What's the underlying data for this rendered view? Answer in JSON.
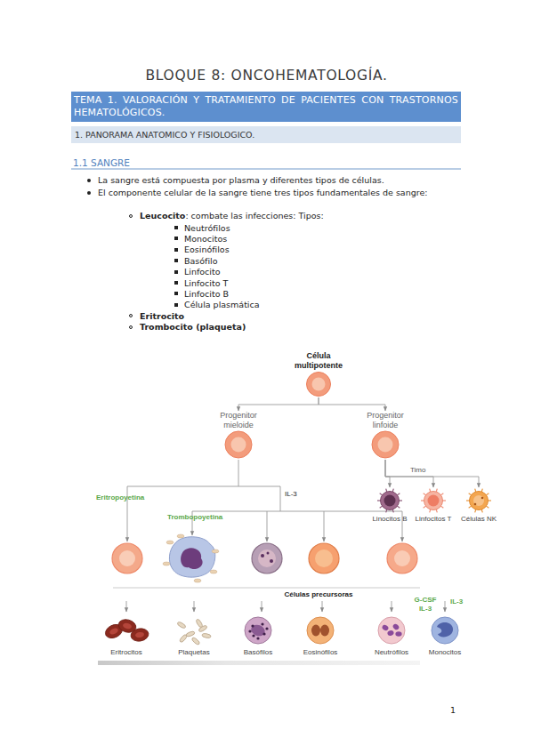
{
  "diagram": {
    "title": "BLOQUE 8: ONCOHEMATOLOGÍA.",
    "nodes": [
      {
        "text": [
          "TEMA 1. VALORACIÓN Y TRATAMIENTO DE PACIENTES CON TRASTORNOS HEMATOLÓGICOS."
        ]
      },
      {
        "text": [
          "1. PANORAMA ANATOMICO Y FISIOLOGICO."
        ]
      },
      {
        "text": [
          "Célula multipotente"
        ]
      },
      {
        "text": [
          "Progenitor mieloide"
        ]
      },
      {
        "text": [
          "Progenitor linfoide"
        ]
      },
      {
        "text": [
          "Linocitos B"
        ]
      },
      {
        "text": [
          "Linfocitos T"
        ]
      },
      {
        "text": [
          "Células NK"
        ]
      },
      {
        "text": [
          "Eritrocitos"
        ]
      },
      {
        "text": [
          "Plaquetas"
        ]
      },
      {
        "text": [
          "Basófilos"
        ]
      },
      {
        "text": [
          "Eosinófilos"
        ]
      },
      {
        "text": [
          "Neutrófilos"
        ]
      },
      {
        "text": [
          "Monocitos"
        ]
      }
    ],
    "edges": [
      {
        "from": 2,
        "to": 3,
        "arrow": "to"
      },
      {
        "from": 2,
        "to": 4,
        "arrow": "to"
      },
      {
        "from": 4,
        "to": 5,
        "arrow": "to"
      },
      {
        "from": 4,
        "to": 6,
        "label": "Timo",
        "arrow": "to"
      },
      {
        "from": 4,
        "to": 7,
        "arrow": "to"
      }
    ],
    "labels": [
      "1.1 SANGRE",
      "La sangre está compuesta por plasma y diferentes tipos de células.",
      "El componente celular de la sangre tiene tres tipos fundamentales de sangre:",
      "Leucocito",
      ": combate las infecciones: Tipos:",
      "Neutrófilos",
      "Monocitos",
      "Eosinófilos",
      "Basófilo",
      "Linfocito",
      "Linfocito T",
      "Linfocito B",
      "Célula plasmática",
      "Eritrocito",
      "Trombocito (plaqueta)",
      "Eritropoyetina",
      "IL-3",
      "Trombopoyetina",
      "Células precursoras",
      "G-CSF IL-3",
      "IL-3",
      "1"
    ]
  }
}
